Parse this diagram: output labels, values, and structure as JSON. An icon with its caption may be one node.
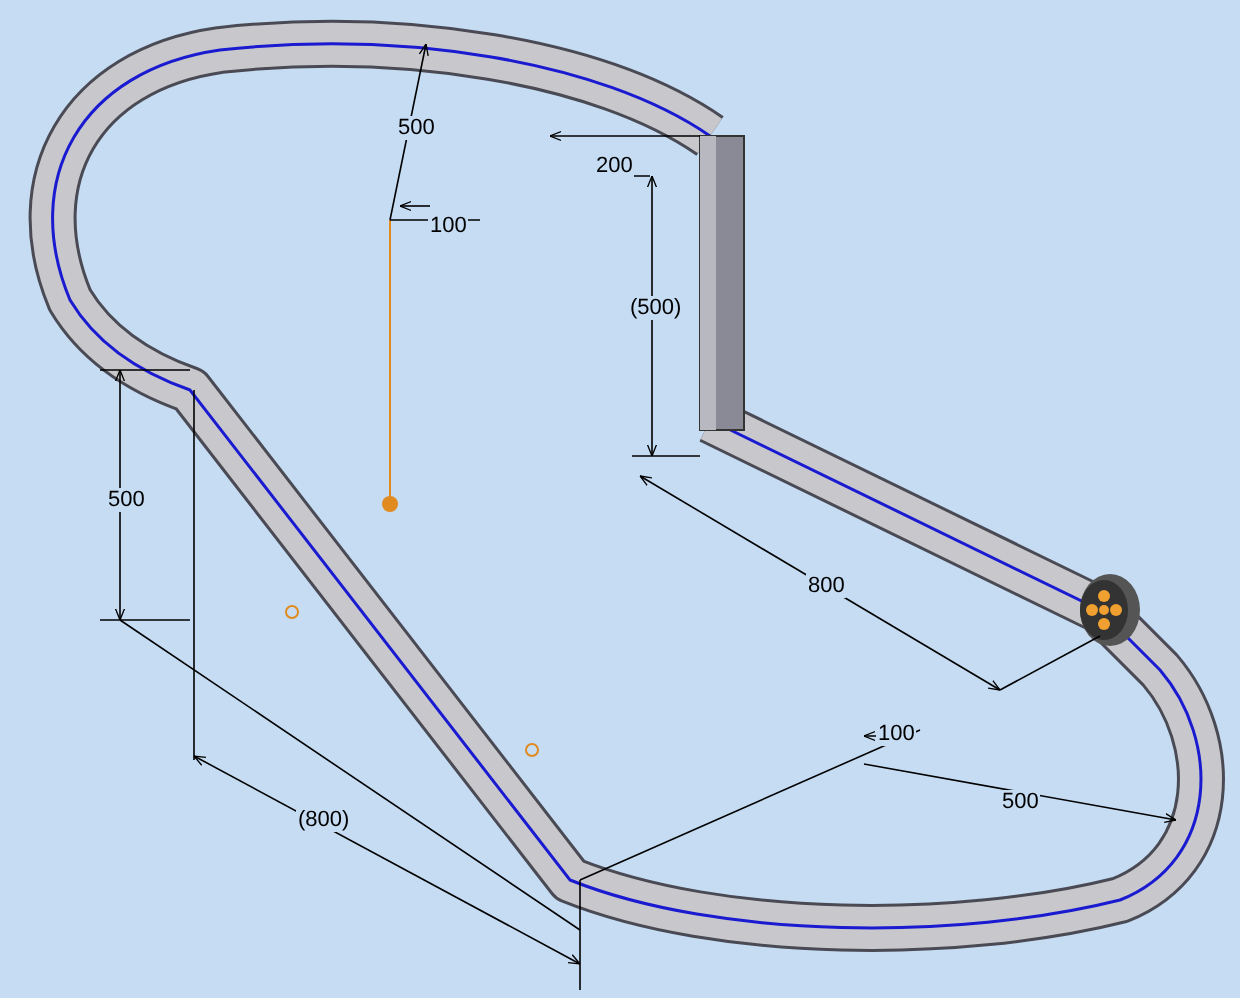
{
  "diagram": {
    "labels": [
      "500",
      "100",
      "200",
      "(500)",
      "500",
      "800",
      "100",
      "500",
      "(800)"
    ]
  }
}
